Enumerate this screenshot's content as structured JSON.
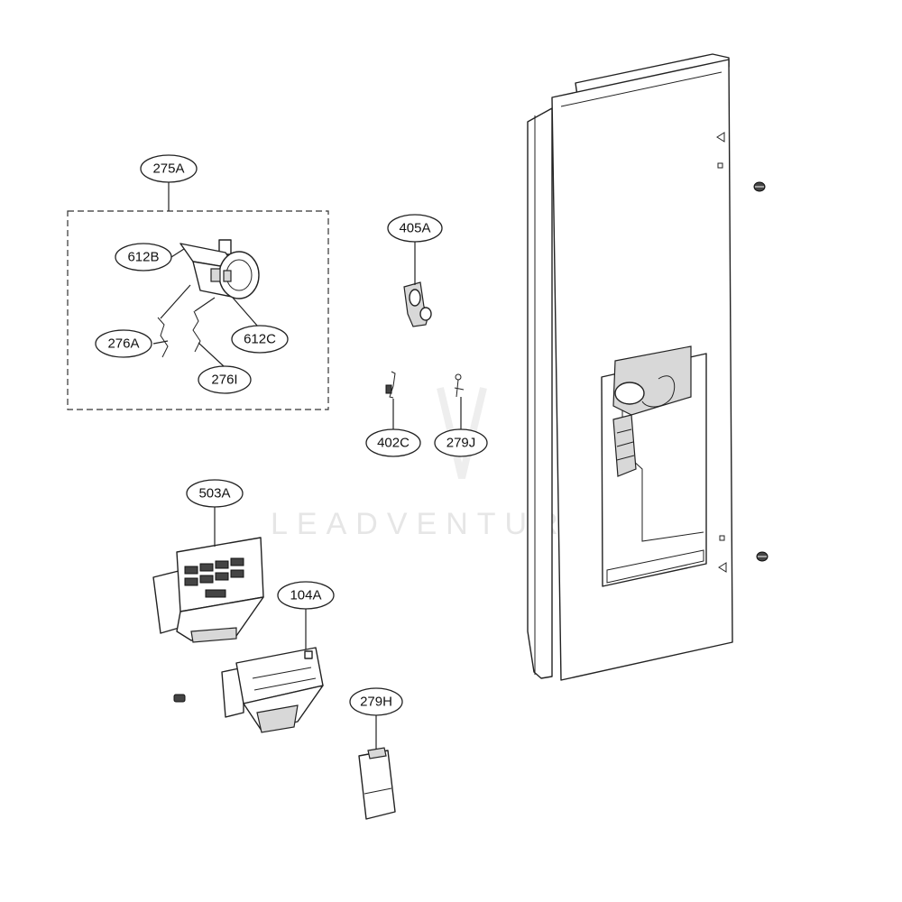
{
  "callouts": {
    "c275A": "275A",
    "c612B": "612B",
    "c612C": "612C",
    "c276A": "276A",
    "c276I": "276I",
    "c405A": "405A",
    "c402C": "402C",
    "c279J": "279J",
    "c503A": "503A",
    "c104A": "104A",
    "c279H": "279H"
  },
  "watermark": {
    "text": "LEADVENTURES"
  },
  "icons": {
    "mounting_hint": "triangle-marker-icon"
  }
}
